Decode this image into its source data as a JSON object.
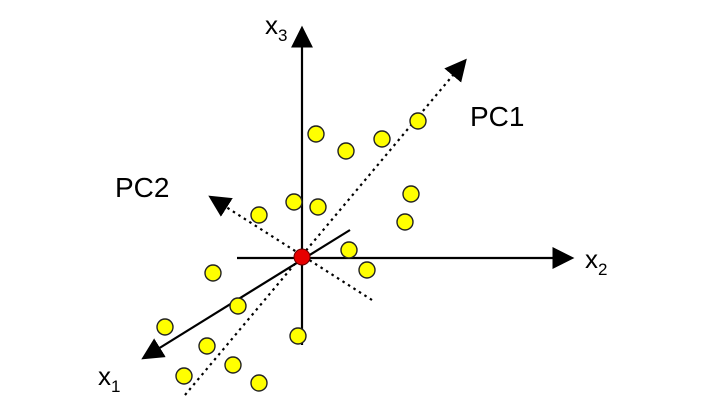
{
  "labels": {
    "x1": "x",
    "x1_sub": "1",
    "x2": "x",
    "x2_sub": "2",
    "x3": "x",
    "x3_sub": "3",
    "pc1": "PC1",
    "pc2": "PC2"
  },
  "colors": {
    "point_fill": "#ffff00",
    "point_stroke": "#222222",
    "center_fill": "#e60000",
    "line": "#000000"
  },
  "points_count_note": "yellow data points scattered around the origin"
}
